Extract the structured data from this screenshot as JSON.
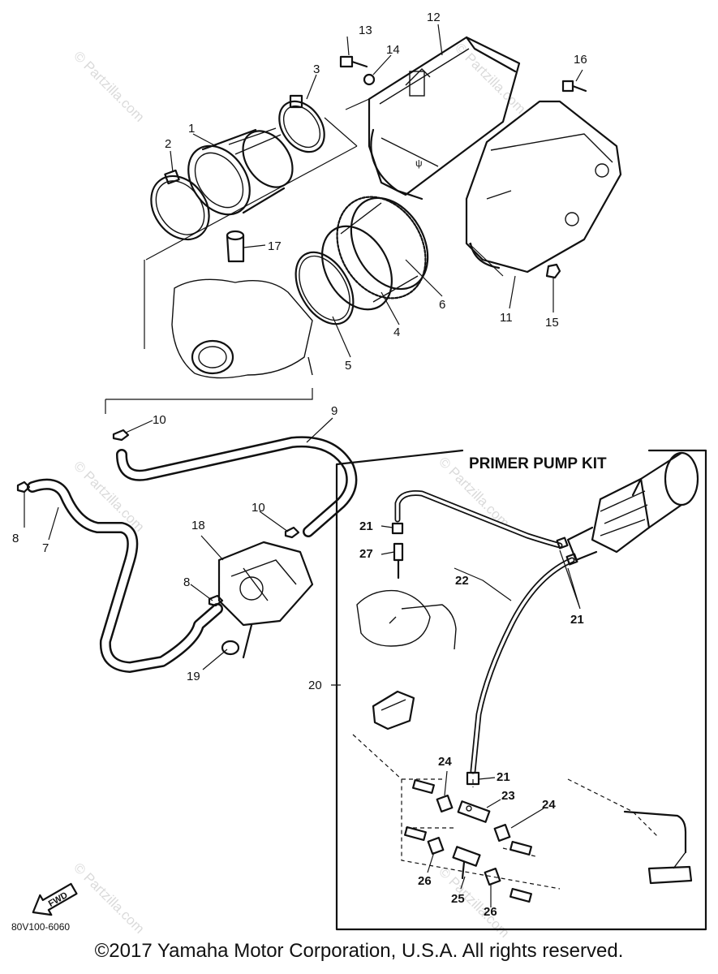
{
  "kit": {
    "title": "PRIMER PUMP KIT"
  },
  "callouts": {
    "c1": "1",
    "c2": "2",
    "c3": "3",
    "c4": "4",
    "c5": "5",
    "c6": "6",
    "c7": "7",
    "c8a": "8",
    "c8b": "8",
    "c9": "9",
    "c10a": "10",
    "c10b": "10",
    "c11": "11",
    "c12": "12",
    "c13": "13",
    "c14": "14",
    "c15": "15",
    "c16": "16",
    "c17": "17",
    "c18": "18",
    "c19": "19",
    "c20": "20",
    "c21a": "21",
    "c21b": "21",
    "c21c": "21",
    "c22": "22",
    "c23": "23",
    "c24a": "24",
    "c24b": "24",
    "c25": "25",
    "c26a": "26",
    "c26b": "26",
    "c27": "27"
  },
  "fwd_label": "FWD",
  "diagram_code": "80V100-6060",
  "watermark": "© Partzilla.com",
  "copyright": "©2017 Yamaha Motor Corporation, U.S.A. All rights reserved."
}
